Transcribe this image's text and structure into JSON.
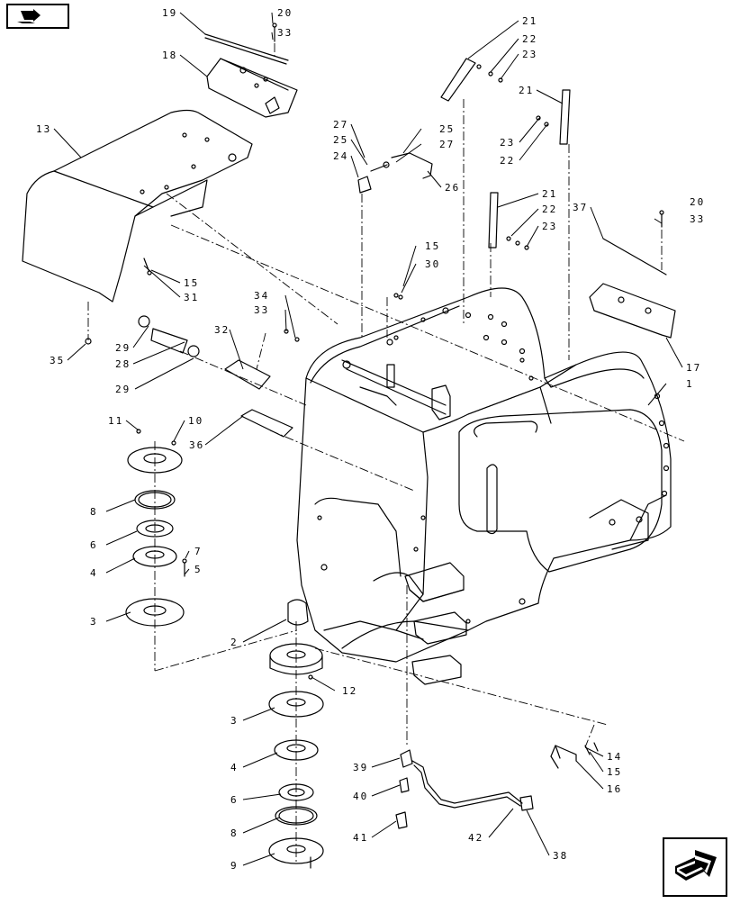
{
  "toolbar": {
    "prev_icon": "book-arrow-icon",
    "next_icon": "next-page-arrow-icon"
  },
  "callouts": {
    "c19": "19",
    "c20a": "20",
    "c33a": "33",
    "c18": "18",
    "c13": "13",
    "c21a": "21",
    "c22a": "22",
    "c23a": "23",
    "c21b": "21",
    "c23b": "23",
    "c22b": "22",
    "c27a": "27",
    "c25a": "25",
    "c25b": "25",
    "c27b": "27",
    "c24": "24",
    "c26": "26",
    "c21c": "21",
    "c22c": "22",
    "c23c": "23",
    "c37": "37",
    "c20b": "20",
    "c33b": "33",
    "c15a": "15",
    "c31": "31",
    "c15b": "15",
    "c30": "30",
    "c34": "34",
    "c33c": "33",
    "c32": "32",
    "c35": "35",
    "c29a": "29",
    "c28": "28",
    "c29b": "29",
    "c17": "17",
    "c1": "1",
    "c36": "36",
    "c11": "11",
    "c10": "10",
    "c8a": "8",
    "c6a": "6",
    "c4a": "4",
    "c7": "7",
    "c5": "5",
    "c3a": "3",
    "c2": "2",
    "c12": "12",
    "c3b": "3",
    "c4b": "4",
    "c6b": "6",
    "c8b": "8",
    "c9": "9",
    "c39": "39",
    "c40": "40",
    "c41": "41",
    "c42": "42",
    "c38": "38",
    "c14": "14",
    "c15c": "15",
    "c16": "16"
  }
}
